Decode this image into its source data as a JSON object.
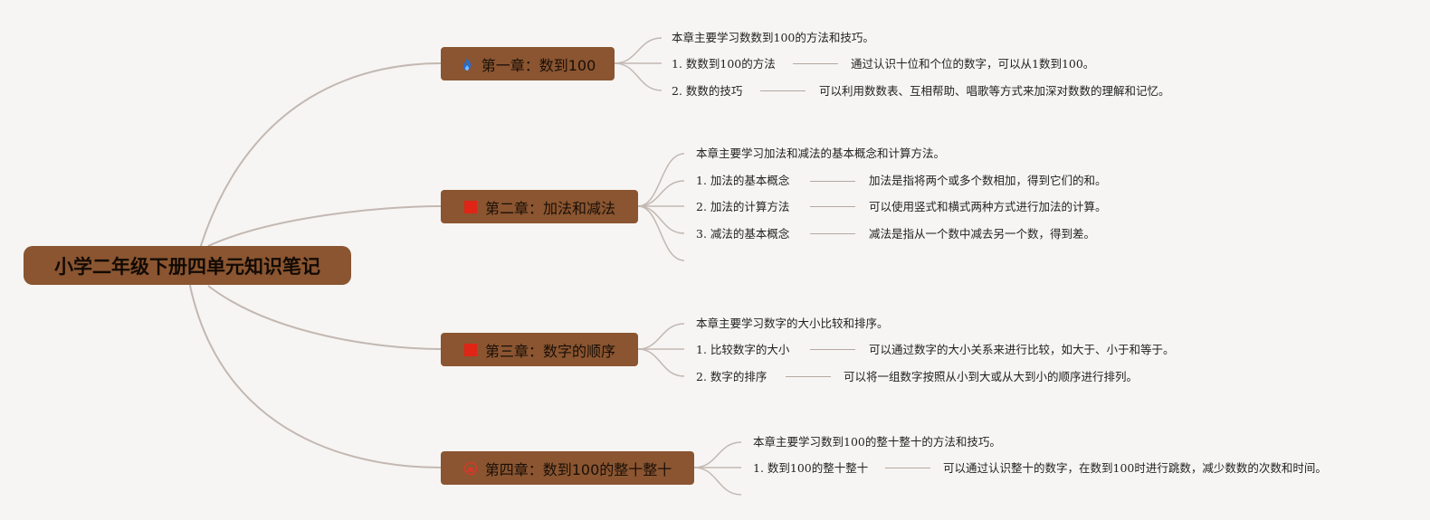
{
  "root": {
    "title": "小学二年级下册四单元知识笔记"
  },
  "chapters": [
    {
      "title": "第一章：数到100",
      "icon": "fire-icon",
      "summary": "本章主要学习数数到100的方法和技巧。",
      "items": [
        {
          "label": "1. 数数到100的方法",
          "desc": "通过认识十位和个位的数字，可以从1数到100。"
        },
        {
          "label": "2. 数数的技巧",
          "desc": "可以利用数数表、互相帮助、唱歌等方式来加深对数数的理解和记忆。"
        }
      ]
    },
    {
      "title": "第二章：加法和减法",
      "icon": "red-square-icon",
      "summary": "本章主要学习加法和减法的基本概念和计算方法。",
      "items": [
        {
          "label": "1. 加法的基本概念",
          "desc": "加法是指将两个或多个数相加，得到它们的和。"
        },
        {
          "label": "2. 加法的计算方法",
          "desc": "可以使用竖式和横式两种方式进行加法的计算。"
        },
        {
          "label": "3. 减法的基本概念",
          "desc": "减法是指从一个数中减去另一个数，得到差。"
        }
      ]
    },
    {
      "title": "第三章：数字的顺序",
      "icon": "red-square-icon",
      "summary": "本章主要学习数字的大小比较和排序。",
      "items": [
        {
          "label": "1. 比较数字的大小",
          "desc": "可以通过数字的大小关系来进行比较，如大于、小于和等于。"
        },
        {
          "label": "2. 数字的排序",
          "desc": "可以将一组数字按照从小到大或从大到小的顺序进行排列。"
        }
      ]
    },
    {
      "title": "第四章：数到100的整十整十",
      "icon": "sunrise-icon",
      "summary": "本章主要学习数到100的整十整十的方法和技巧。",
      "items": [
        {
          "label": "1. 数到100的整十整十",
          "desc": "可以通过认识整十的数字，在数到100时进行跳数，减少数数的次数和时间。"
        }
      ]
    }
  ],
  "colors": {
    "node_fill": "#8a5530",
    "line": "#b5a8a0",
    "background": "#f6f5f3"
  }
}
